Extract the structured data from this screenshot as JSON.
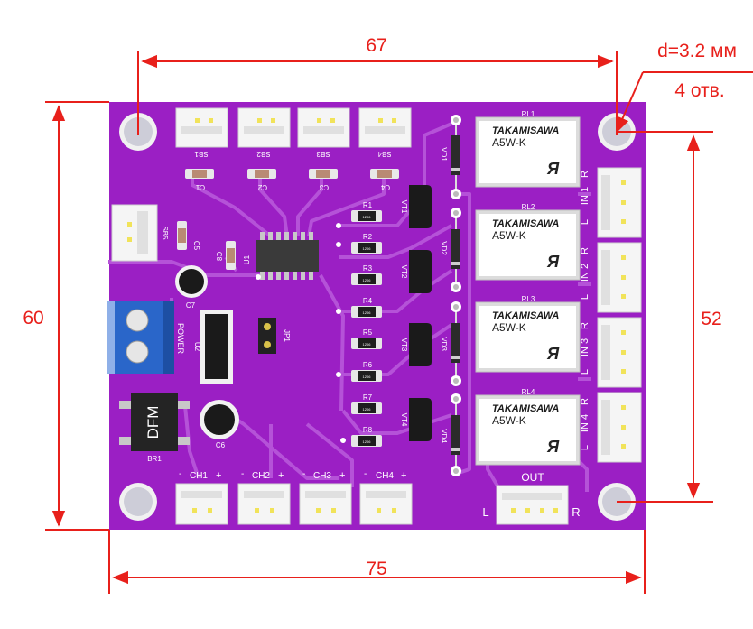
{
  "dimensions": {
    "top_width": "67",
    "bottom_width": "75",
    "left_height": "60",
    "right_height": "52",
    "hole_diameter": "d=3.2 мм",
    "hole_count": "4 отв."
  },
  "board": {
    "colors": {
      "pcb": "#9b1fc4",
      "trace": "#b552d8",
      "dimension": "#e8201b",
      "silkscreen": "#ffffff"
    },
    "buttons": [
      {
        "ref": "SB1"
      },
      {
        "ref": "SB2"
      },
      {
        "ref": "SB3"
      },
      {
        "ref": "SB4"
      }
    ],
    "top_caps": [
      "C1",
      "C2",
      "C3",
      "C4"
    ],
    "sb5": "SB5",
    "c5": "C5",
    "c8": "C8",
    "u1": "U1",
    "c7": "C7",
    "u2": "U2",
    "jp1": "JP1",
    "power": "POWER",
    "dfm": "DFM",
    "br1": "BR1",
    "c6": "C6",
    "resistors": [
      {
        "ref": "R1",
        "code": "1206"
      },
      {
        "ref": "R2",
        "code": "1206"
      },
      {
        "ref": "R3",
        "code": "1206"
      },
      {
        "ref": "R4",
        "code": "1206"
      },
      {
        "ref": "R5",
        "code": "1206"
      },
      {
        "ref": "R6",
        "code": "1206"
      },
      {
        "ref": "R7",
        "code": "1206"
      },
      {
        "ref": "R8",
        "code": "1206"
      }
    ],
    "transistors": [
      "VT1",
      "VT2",
      "VT3",
      "VT4"
    ],
    "diodes": [
      "VD1",
      "VD2",
      "VD3",
      "VD4"
    ],
    "relays": [
      {
        "ref": "RL1",
        "brand": "TAKAMISAWA",
        "model": "A5W-K"
      },
      {
        "ref": "RL2",
        "brand": "TAKAMISAWA",
        "model": "A5W-K"
      },
      {
        "ref": "RL3",
        "brand": "TAKAMISAWA",
        "model": "A5W-K"
      },
      {
        "ref": "RL4",
        "brand": "TAKAMISAWA",
        "model": "A5W-K"
      }
    ],
    "inputs": [
      {
        "label": "IN 1",
        "l": "L",
        "r": "R"
      },
      {
        "label": "IN 2",
        "l": "L",
        "r": "R"
      },
      {
        "label": "IN 3",
        "l": "L",
        "r": "R"
      },
      {
        "label": "IN 4",
        "l": "L",
        "r": "R"
      }
    ],
    "channels": [
      {
        "label": "CH1",
        "minus": "-",
        "plus": "+"
      },
      {
        "label": "CH2",
        "minus": "-",
        "plus": "+"
      },
      {
        "label": "CH3",
        "minus": "-",
        "plus": "+"
      },
      {
        "label": "CH4",
        "minus": "-",
        "plus": "+"
      }
    ],
    "out": {
      "label": "OUT",
      "l": "L",
      "r": "R"
    }
  }
}
